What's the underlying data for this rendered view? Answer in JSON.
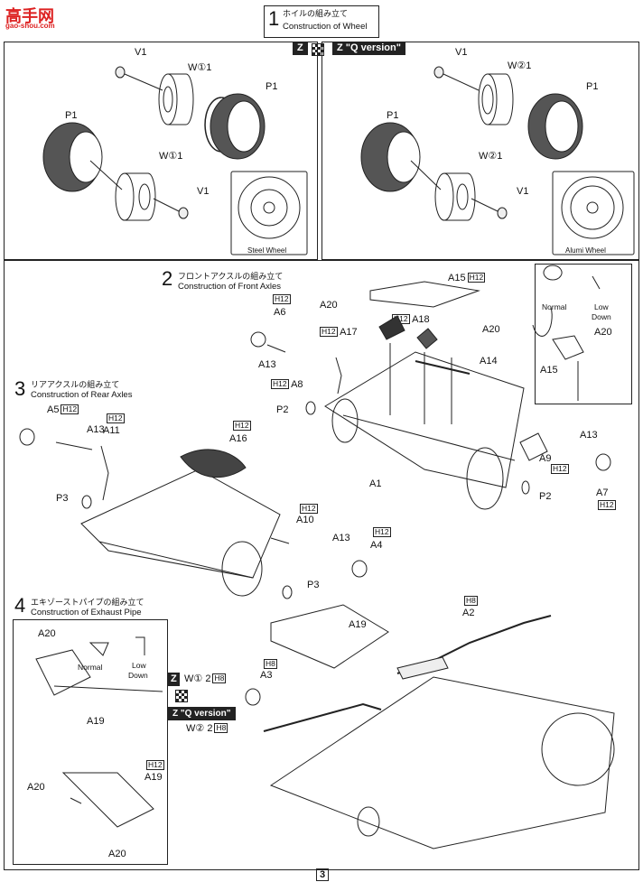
{
  "watermark": {
    "main": "高手网",
    "sub": "gao-shou.com"
  },
  "step1": {
    "number": "1",
    "title_jp": "ホイルの組み立て",
    "title_en": "Construction of Wheel",
    "badge_left": "Z",
    "badge_right": "Z \"Q version\"",
    "left_labels": {
      "v1a": "V1",
      "w1a": "W①1",
      "p1a": "P1",
      "p1b": "P1",
      "w1b": "W①1",
      "v1b": "V1"
    },
    "right_labels": {
      "v1a": "V1",
      "w2a": "W②1",
      "p1a": "P1",
      "p1b": "P1",
      "w2b": "W②1",
      "v1b": "V1"
    },
    "steel_wheel": "Steel Wheel",
    "alumi_wheel": "Alumi Wheel"
  },
  "step2": {
    "number": "2",
    "title_jp": "フロントアクスルの組み立て",
    "title_en": "Construction of Front Axles",
    "parts": {
      "a15": "A15",
      "h12_a15": "12",
      "a20": "A20",
      "h12_a6": "12",
      "a6": "A6",
      "h12_a18": "12",
      "a18": "A18",
      "h12_a17": "12",
      "a17": "A17",
      "a20b": "A20",
      "a13": "A13",
      "a14": "A14",
      "a8": "A8",
      "h12_a8": "12",
      "p2": "P2",
      "a1": "A1",
      "a13b": "A13",
      "a9": "A9",
      "h12_a9": "12",
      "a7": "A7",
      "h12_a7": "12",
      "p2b": "P2",
      "a15b": "A15",
      "a20c": "A20"
    },
    "inset_normal": "Normal",
    "inset_low": "Low",
    "inset_down": "Down",
    "h_letter": "H"
  },
  "step3": {
    "number": "3",
    "title_jp": "リアアクスルの組み立て",
    "title_en": "Construction of Rear Axles",
    "parts": {
      "a5": "A5",
      "h12_a5": "12",
      "a13": "A13",
      "h12_a11": "12",
      "a11": "A11",
      "h12_a16": "12",
      "a16": "A16",
      "p3": "P3",
      "h12_a10": "12",
      "a10": "A10",
      "a13b": "A13",
      "h12_a4": "12",
      "a4": "A4",
      "p3b": "P3"
    }
  },
  "step4": {
    "number": "4",
    "title_jp": "エキゾーストパイプの組み立て",
    "title_en": "Construction of Exhaust Pipe",
    "parts": {
      "h8_a2": "8",
      "a2": "A2",
      "a19": "A19",
      "h8_a3": "8",
      "a3": "A3",
      "z": "Z",
      "w1": "W①",
      "num2": "2",
      "h8_w1": "8",
      "qversion": "Z \"Q version\"",
      "w2": "W②",
      "num2b": "2",
      "h8_w2": "8",
      "a20": "A20",
      "a19b": "A19",
      "h12_a19": "12",
      "a19c": "A19",
      "a20b": "A20",
      "a20c": "A20"
    },
    "inset_normal": "Normal",
    "inset_low": "Low",
    "inset_down": "Down"
  },
  "page_number": "3"
}
